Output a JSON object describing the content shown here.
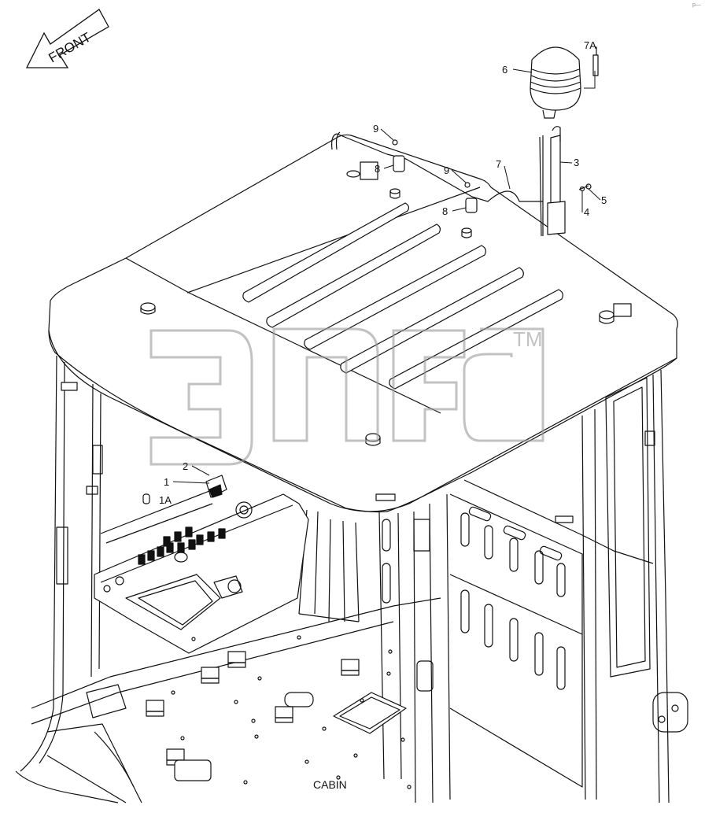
{
  "front_arrow": {
    "label": "FRONT"
  },
  "caption": "CABIN",
  "callouts": [
    "1",
    "1A",
    "2",
    "3",
    "4",
    "5",
    "6",
    "7",
    "7A",
    "8",
    "8",
    "9",
    "9"
  ],
  "watermark": {
    "mark": "TM"
  },
  "corner_mark": "p—"
}
